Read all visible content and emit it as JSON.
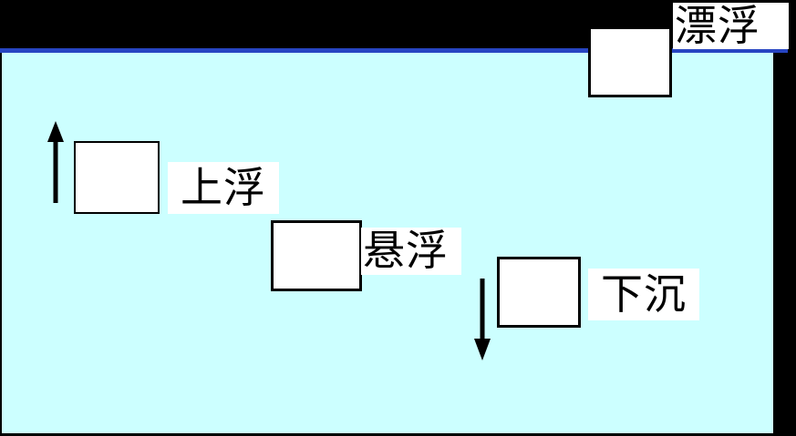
{
  "labels": {
    "float": "漂浮",
    "rise": "上浮",
    "suspend": "悬浮",
    "sink": "下沉"
  },
  "colors": {
    "background": "#000000",
    "water": "#CCFFFF",
    "water_surface_line": "#2745C2",
    "object_fill": "#FFFFFF",
    "object_border": "#000000",
    "label_background": "#FFFFFF",
    "label_text": "#000000",
    "arrow": "#000000"
  }
}
